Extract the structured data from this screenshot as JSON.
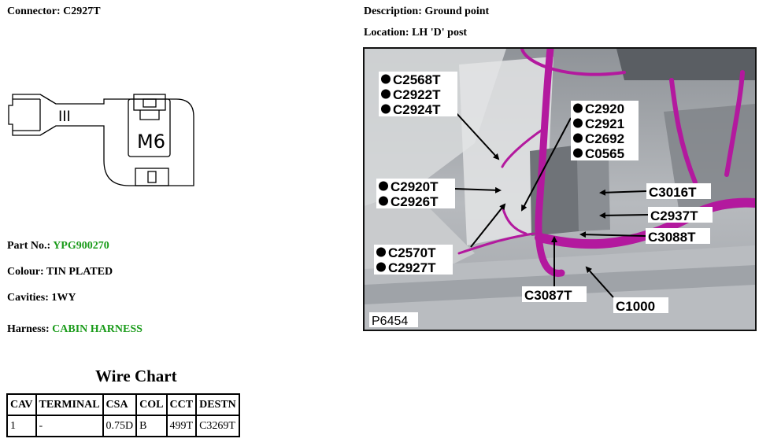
{
  "connector": {
    "label": "Connector:",
    "value": "C2927T"
  },
  "description": {
    "label": "Description:",
    "value": "Ground point"
  },
  "location": {
    "label": "Location:",
    "value": "LH 'D' post"
  },
  "part": {
    "label": "Part No.:",
    "value": "YPG900270"
  },
  "colour": {
    "label": "Colour:",
    "value": "TIN PLATED"
  },
  "cavities": {
    "label": "Cavities:",
    "value": "1WY"
  },
  "harness": {
    "label": "Harness:",
    "value": "CABIN HARNESS"
  },
  "diagram": {
    "terminal_text": "M6",
    "roman_text": "III"
  },
  "wire_chart": {
    "title": "Wire Chart",
    "headers": [
      "CAV",
      "TERMINAL",
      "CSA",
      "COL",
      "CCT",
      "DESTN"
    ],
    "rows": [
      [
        "1",
        "-",
        "0.75D",
        "B",
        "499T",
        "C3269T"
      ]
    ]
  },
  "photo": {
    "ref": "P6454",
    "labels": {
      "l1": "C2568T",
      "l2": "C2922T",
      "l3": "C2924T",
      "l4": "C2920",
      "l5": "C2921",
      "l6": "C2692",
      "l7": "C0565",
      "l8": "C2920T",
      "l9": "C2926T",
      "l10": "C3016T",
      "l11": "C2937T",
      "l12": "C3088T",
      "l13": "C2570T",
      "l14": "C2927T",
      "l15": "C3087T",
      "l16": "C1000"
    }
  },
  "colors": {
    "green_values": "#1a9b1a",
    "harness_wire": "#b3199e"
  }
}
